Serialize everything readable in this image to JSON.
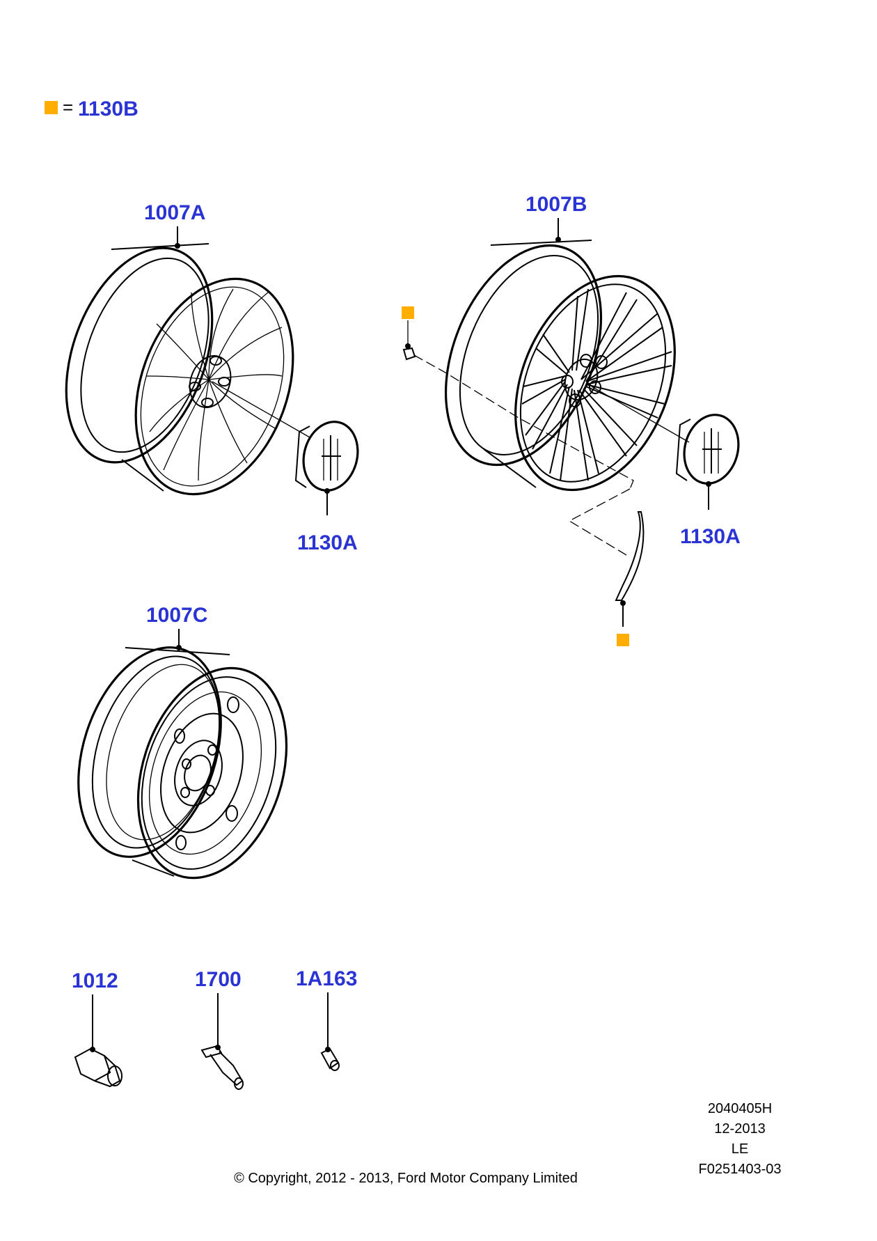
{
  "legend": {
    "equals": "=",
    "part": "1130B"
  },
  "callouts": {
    "wheel_a": "1007A",
    "wheel_b": "1007B",
    "wheel_c": "1007C",
    "cap_a_left": "1130A",
    "cap_a_right": "1130A",
    "nut": "1012",
    "sensor": "1700",
    "valve": "1A163"
  },
  "footer": {
    "code": "2040405H",
    "date": "12-2013",
    "model": "LE",
    "figure": "F0251403-03",
    "copyright": "© Copyright, 2012 - 2013, Ford Motor Company Limited"
  },
  "colors": {
    "callout": "#2a33d4",
    "marker": "#ffad00",
    "line": "#000000"
  }
}
